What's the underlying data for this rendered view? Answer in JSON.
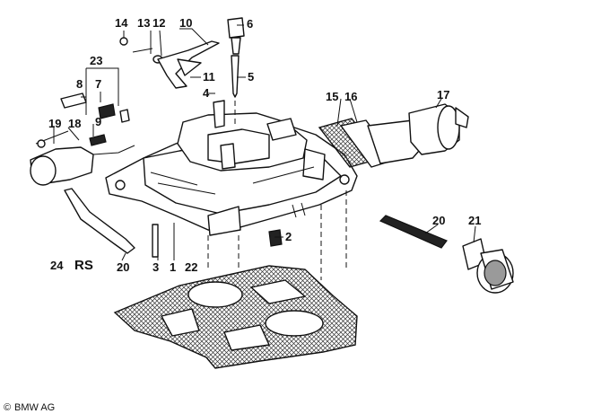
{
  "callouts": {
    "c1": "1",
    "c2": "2",
    "c3": "3",
    "c4": "4",
    "c5": "5",
    "c6": "6",
    "c7": "7",
    "c8": "8",
    "c9": "9",
    "c10": "10",
    "c11": "11",
    "c12": "12",
    "c13": "13",
    "c14": "14",
    "c15": "15",
    "c16": "16",
    "c17": "17",
    "c18": "18",
    "c19": "19",
    "c20a": "20",
    "c20b": "20",
    "c21": "21",
    "c22": "22",
    "c23": "23",
    "c24": "24"
  },
  "marks": {
    "rs": "RS"
  },
  "copyright": {
    "symbol": "©",
    "text": "BMW AG"
  }
}
